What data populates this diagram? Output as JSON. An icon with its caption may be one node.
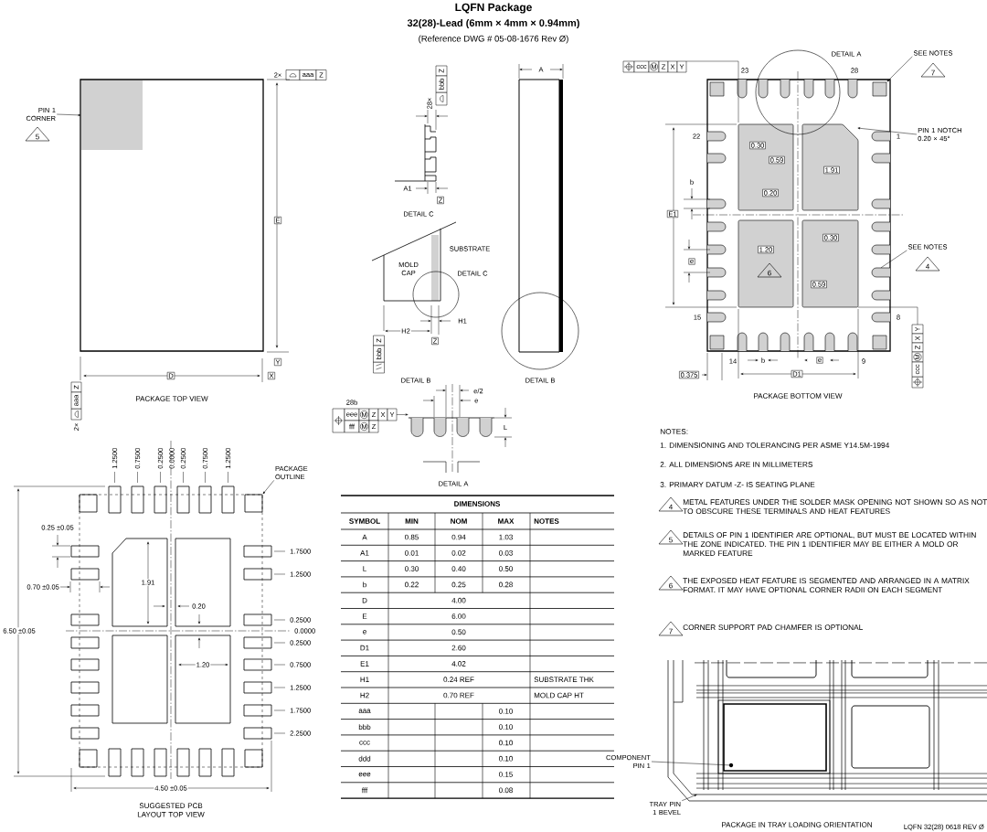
{
  "diagram": {
    "title": "LQFN Package",
    "nodes": [
      {
        "text": [
          "PIN 1 CORNER",
          "5"
        ]
      },
      {
        "text": [
          "SEE NOTES",
          "7"
        ]
      },
      {
        "text": [
          "PIN 1 NOTCH 0.20 × 45°"
        ]
      },
      {
        "text": [
          "SEE NOTES",
          "4"
        ]
      },
      {
        "text": [
          "PACKAGE OUTLINE"
        ]
      },
      {
        "text": [
          "COMPONENT PIN 1"
        ]
      },
      {
        "text": [
          "TRAY PIN 1 BEVEL"
        ]
      },
      {
        "text": [],
        "shape": "box"
      },
      {
        "text": [],
        "shape": "box"
      },
      {
        "text": [],
        "shape": "box"
      },
      {
        "text": [],
        "shape": "box"
      },
      {
        "text": [],
        "shape": "circle"
      },
      {
        "text": [
          "6"
        ]
      },
      {
        "text": [
          "4"
        ]
      },
      {
        "text": [
          "5"
        ]
      },
      {
        "text": [
          "6"
        ]
      },
      {
        "text": [
          "7"
        ]
      }
    ],
    "edges": [
      {
        "from": 0,
        "to": 7,
        "arrow": "to"
      },
      {
        "from": 1,
        "to": 8,
        "arrow": "to"
      },
      {
        "from": 2,
        "to": null,
        "arrow": "to"
      },
      {
        "from": 3,
        "to": 9,
        "arrow": "none"
      },
      {
        "from": 4,
        "to": 10,
        "arrow": "to"
      },
      {
        "from": 5,
        "to": 11,
        "arrow": "none"
      },
      {
        "from": 6,
        "to": null,
        "arrow": "to"
      }
    ],
    "labels": [
      "32(28)-Lead (6mm × 4mm × 0.94mm)",
      "(Reference DWG # 05-08-1676 Rev Ø)",
      "2×",
      "aaa",
      "Z",
      "E",
      "Y",
      "D",
      "X",
      "Z",
      "aaa",
      "2×",
      "PACKAGE TOP VIEW",
      "Z",
      "bbb",
      "28×",
      "A1",
      "Z",
      "DETAIL C",
      "MOLD CAP",
      "SUBSTRATE",
      "DETAIL C",
      "H1",
      "H2",
      "Z",
      "bbb",
      "Z",
      "DETAIL B",
      "A",
      "DETAIL B",
      "e/2",
      "28b",
      "e",
      "eee",
      "M",
      "Z",
      "X",
      "Y",
      "fff",
      "M",
      "Z",
      "L",
      "DETAIL A",
      "ccc",
      "M",
      "Z",
      "X",
      "Y",
      "DETAIL A",
      "23",
      "28",
      "22",
      "1",
      "0.30",
      "0.59",
      "1.91",
      "b",
      "0.20",
      "E1",
      "0.30",
      "1.20",
      "e",
      "0.59",
      "15",
      "8",
      "14",
      "b",
      "e",
      "9",
      "0.375",
      "D1",
      "Y",
      "X",
      "Z",
      "M",
      "ccc",
      "PACKAGE BOTTOM VIEW",
      "NOTES:",
      "1. DIMENSIONING AND TOLERANCING PER ASME Y14.5M-1994",
      "2. ALL DIMENSIONS ARE IN MILLIMETERS",
      "3. PRIMARY DATUM -Z- IS SEATING PLANE",
      "METAL FEATURES UNDER THE SOLDER MASK OPENING NOT SHOWN SO AS NOT TO OBSCURE THESE TERMINALS AND HEAT FEATURES",
      "DETAILS OF PIN 1 IDENTIFIER ARE OPTIONAL, BUT MUST BE LOCATED WITHIN THE ZONE INDICATED. THE PIN 1 IDENTIFIER MAY BE EITHER A MOLD OR MARKED FEATURE",
      "THE EXPOSED HEAT FEATURE IS SEGMENTED AND ARRANGED IN A MATRIX FORMAT. IT MAY HAVE OPTIONAL CORNER RADII ON EACH SEGMENT",
      "CORNER SUPPORT PAD CHAMFER IS OPTIONAL",
      "1.2500",
      "0.7500",
      "0.2500",
      "0.0000",
      "0.2500",
      "0.7500",
      "1.2500",
      "0.25 ±0.05",
      "1.7500",
      "1.2500",
      "0.70 ±0.05",
      "1.91",
      "0.20",
      "0.2500",
      "6.50 ±0.05",
      "0.0000",
      "0.2500",
      "1.20",
      "0.7500",
      "1.2500",
      "1.7500",
      "2.2500",
      "4.50 ±0.05",
      "SUGGESTED PCB LAYOUT TOP VIEW",
      "DIMENSIONS",
      "SYMBOL",
      "MIN",
      "NOM",
      "MAX",
      "NOTES",
      "A",
      "0.85",
      "0.94",
      "1.03",
      "A1",
      "0.01",
      "0.02",
      "0.03",
      "L",
      "0.30",
      "0.40",
      "0.50",
      "b",
      "0.22",
      "0.25",
      "0.28",
      "D",
      "4.00",
      "E",
      "6.00",
      "e",
      "0.50",
      "D1",
      "2.60",
      "E1",
      "4.02",
      "H1",
      "0.24 REF",
      "SUBSTRATE THK",
      "H2",
      "0.70 REF",
      "MOLD CAP HT",
      "aaa",
      "0.10",
      "bbb",
      "0.10",
      "ccc",
      "0.10",
      "ddd",
      "0.10",
      "eee",
      "0.15",
      "fff",
      "0.08",
      "PACKAGE IN TRAY LOADING ORIENTATION",
      "LQFN 32(28) 0618 REV Ø"
    ]
  }
}
